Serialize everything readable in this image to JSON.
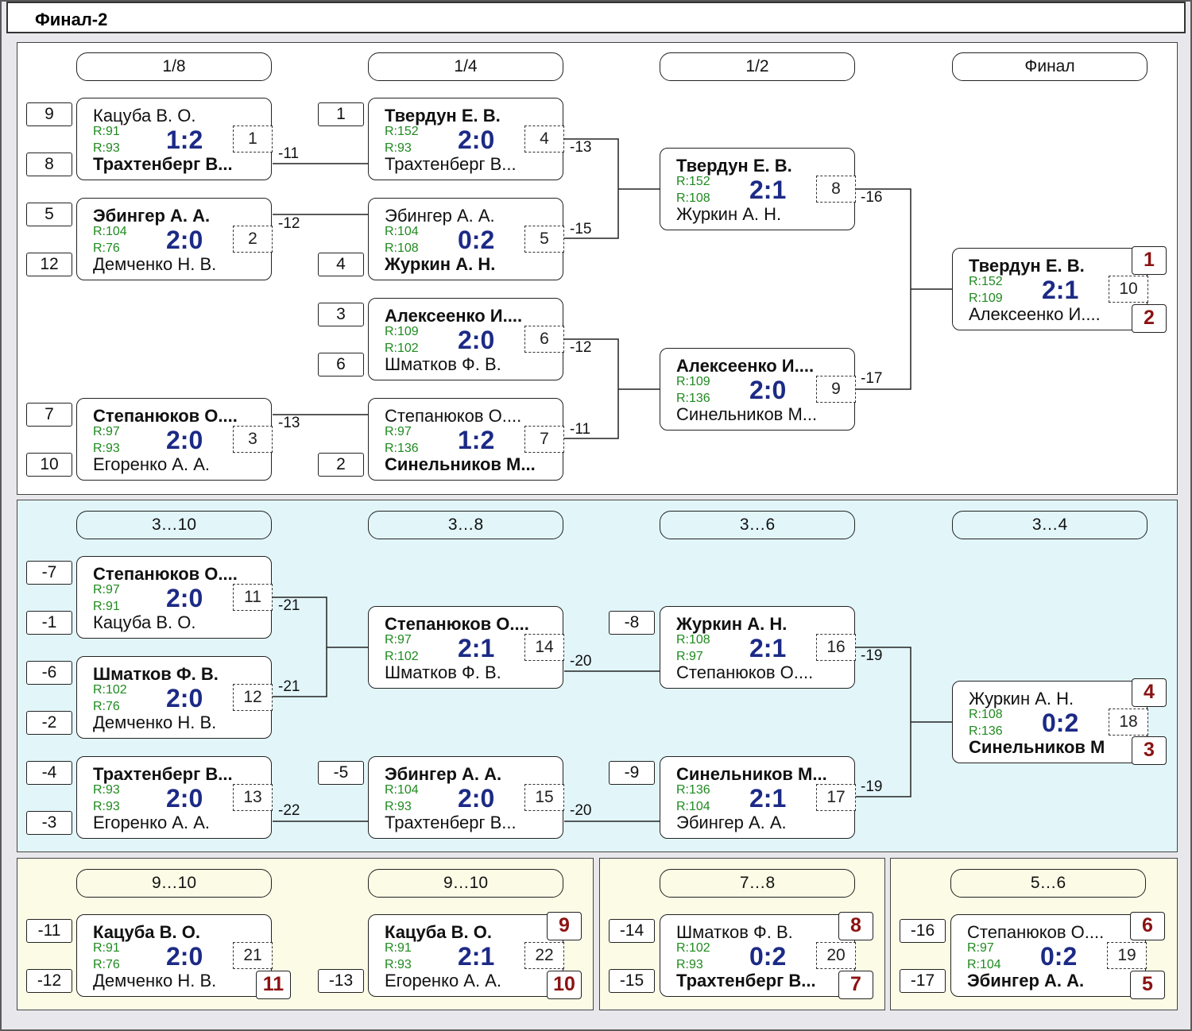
{
  "title": "Финал-2",
  "colors": {
    "main_bg": "#ffffff",
    "consolation_bg": "#e2f6fa",
    "lower_bg": "#fcfbe6",
    "place_text": "#8b1313",
    "score_text": "#1c2a86",
    "rating_text": "#1f8a1f"
  },
  "round_labels": [
    "1/8",
    "1/4",
    "1/2",
    "Финал",
    "3…10",
    "3…8",
    "3…6",
    "3…4",
    "9…10",
    "9…10",
    "7…8",
    "5…6"
  ],
  "seeds": [
    "9",
    "8",
    "5",
    "12",
    "7",
    "10",
    "1",
    "4",
    "3",
    "6",
    "2",
    "-7",
    "-1",
    "-6",
    "-2",
    "-4",
    "-3",
    "-5",
    "-8",
    "-9",
    "-11",
    "-12",
    "-13",
    "-14",
    "-15",
    "-16",
    "-17"
  ],
  "matches": [
    {
      "p1": "Кацуба В. О.",
      "p1_bold": false,
      "r1": "R:91",
      "score": "1:2",
      "num": "1",
      "r2": "R:93",
      "p2": "Трахтенберг В...",
      "p2_bold": true
    },
    {
      "p1": "Эбингер А. А.",
      "p1_bold": true,
      "r1": "R:104",
      "score": "2:0",
      "num": "2",
      "r2": "R:76",
      "p2": "Демченко Н. В.",
      "p2_bold": false
    },
    {
      "p1": "Степанюков О....",
      "p1_bold": true,
      "r1": "R:97",
      "score": "2:0",
      "num": "3",
      "r2": "R:93",
      "p2": "Егоренко А. А.",
      "p2_bold": false
    },
    {
      "p1": "Твердун Е. В.",
      "p1_bold": true,
      "r1": "R:152",
      "score": "2:0",
      "num": "4",
      "r2": "R:93",
      "p2": "Трахтенберг В...",
      "p2_bold": false
    },
    {
      "p1": "Эбингер А. А.",
      "p1_bold": false,
      "r1": "R:104",
      "score": "0:2",
      "num": "5",
      "r2": "R:108",
      "p2": "Журкин А. Н.",
      "p2_bold": true
    },
    {
      "p1": "Алексеенко И....",
      "p1_bold": true,
      "r1": "R:109",
      "score": "2:0",
      "num": "6",
      "r2": "R:102",
      "p2": "Шматков Ф. В.",
      "p2_bold": false
    },
    {
      "p1": "Степанюков О....",
      "p1_bold": false,
      "r1": "R:97",
      "score": "1:2",
      "num": "7",
      "r2": "R:136",
      "p2": "Синельников М...",
      "p2_bold": true
    },
    {
      "p1": "Твердун Е. В.",
      "p1_bold": true,
      "r1": "R:152",
      "score": "2:1",
      "num": "8",
      "r2": "R:108",
      "p2": "Журкин А. Н.",
      "p2_bold": false
    },
    {
      "p1": "Алексеенко И....",
      "p1_bold": true,
      "r1": "R:109",
      "score": "2:0",
      "num": "9",
      "r2": "R:136",
      "p2": "Синельников М...",
      "p2_bold": false
    },
    {
      "p1": "Твердун Е. В.",
      "p1_bold": true,
      "r1": "R:152",
      "score": "2:1",
      "num": "10",
      "r2": "R:109",
      "p2": "Алексеенко И....",
      "p2_bold": false
    },
    {
      "p1": "Степанюков О....",
      "p1_bold": true,
      "r1": "R:97",
      "score": "2:0",
      "num": "11",
      "r2": "R:91",
      "p2": "Кацуба В. О.",
      "p2_bold": false
    },
    {
      "p1": "Шматков Ф. В.",
      "p1_bold": true,
      "r1": "R:102",
      "score": "2:0",
      "num": "12",
      "r2": "R:76",
      "p2": "Демченко Н. В.",
      "p2_bold": false
    },
    {
      "p1": "Трахтенберг В...",
      "p1_bold": true,
      "r1": "R:93",
      "score": "2:0",
      "num": "13",
      "r2": "R:93",
      "p2": "Егоренко А. А.",
      "p2_bold": false
    },
    {
      "p1": "Степанюков О....",
      "p1_bold": true,
      "r1": "R:97",
      "score": "2:1",
      "num": "14",
      "r2": "R:102",
      "p2": "Шматков Ф. В.",
      "p2_bold": false
    },
    {
      "p1": "Эбингер А. А.",
      "p1_bold": true,
      "r1": "R:104",
      "score": "2:0",
      "num": "15",
      "r2": "R:93",
      "p2": "Трахтенберг В...",
      "p2_bold": false
    },
    {
      "p1": "Журкин А. Н.",
      "p1_bold": true,
      "r1": "R:108",
      "score": "2:1",
      "num": "16",
      "r2": "R:97",
      "p2": "Степанюков О....",
      "p2_bold": false
    },
    {
      "p1": "Синельников М...",
      "p1_bold": true,
      "r1": "R:136",
      "score": "2:1",
      "num": "17",
      "r2": "R:104",
      "p2": "Эбингер А. А.",
      "p2_bold": false
    },
    {
      "p1": "Журкин А. Н.",
      "p1_bold": false,
      "r1": "R:108",
      "score": "0:2",
      "num": "18",
      "r2": "R:136",
      "p2": "Синельников М",
      "p2_bold": true
    },
    {
      "p1": "Кацуба В. О.",
      "p1_bold": true,
      "r1": "R:91",
      "score": "2:0",
      "num": "21",
      "r2": "R:76",
      "p2": "Демченко Н. В.",
      "p2_bold": false
    },
    {
      "p1": "Кацуба В. О.",
      "p1_bold": true,
      "r1": "R:91",
      "score": "2:1",
      "num": "22",
      "r2": "R:93",
      "p2": "Егоренко А. А.",
      "p2_bold": false
    },
    {
      "p1": "Шматков Ф. В.",
      "p1_bold": false,
      "r1": "R:102",
      "score": "0:2",
      "num": "20",
      "r2": "R:93",
      "p2": "Трахтенберг В...",
      "p2_bold": true
    },
    {
      "p1": "Степанюков О....",
      "p1_bold": false,
      "r1": "R:97",
      "score": "0:2",
      "num": "19",
      "r2": "R:104",
      "p2": "Эбингер А. А.",
      "p2_bold": true
    }
  ],
  "places": [
    "1",
    "2",
    "4",
    "3",
    "9",
    "10",
    "11",
    "8",
    "7",
    "6",
    "5"
  ],
  "next_labels": [
    "-11",
    "-12",
    "-13",
    "-13",
    "-15",
    "-12",
    "-11",
    "-16",
    "-17",
    "-21",
    "-21",
    "-22",
    "-20",
    "-20",
    "-19",
    "-19"
  ]
}
